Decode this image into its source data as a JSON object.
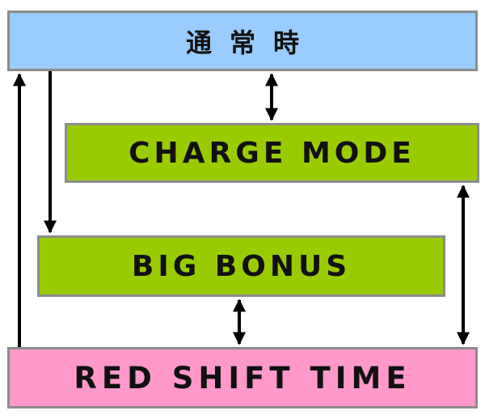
{
  "boxes": {
    "normal": {
      "label": "通常時",
      "fill": "#99ccff"
    },
    "charge": {
      "label": "CHARGE MODE",
      "fill": "#99cc00"
    },
    "big_bonus": {
      "label": "BIG BONUS",
      "fill": "#99cc00"
    },
    "red_shift": {
      "label": "RED SHIFT TIME",
      "fill": "#ff99cc"
    }
  },
  "colors": {
    "border": "#8c8c8c",
    "arrow": "#000000",
    "text": "#111111"
  },
  "transitions": [
    {
      "from": "red_shift",
      "to": "normal",
      "direction": "one-way"
    },
    {
      "from": "normal",
      "to": "big_bonus",
      "direction": "one-way"
    },
    {
      "from": "normal",
      "to": "charge",
      "direction": "two-way"
    },
    {
      "from": "big_bonus",
      "to": "red_shift",
      "direction": "two-way"
    },
    {
      "from": "charge",
      "to": "red_shift",
      "direction": "two-way"
    }
  ]
}
